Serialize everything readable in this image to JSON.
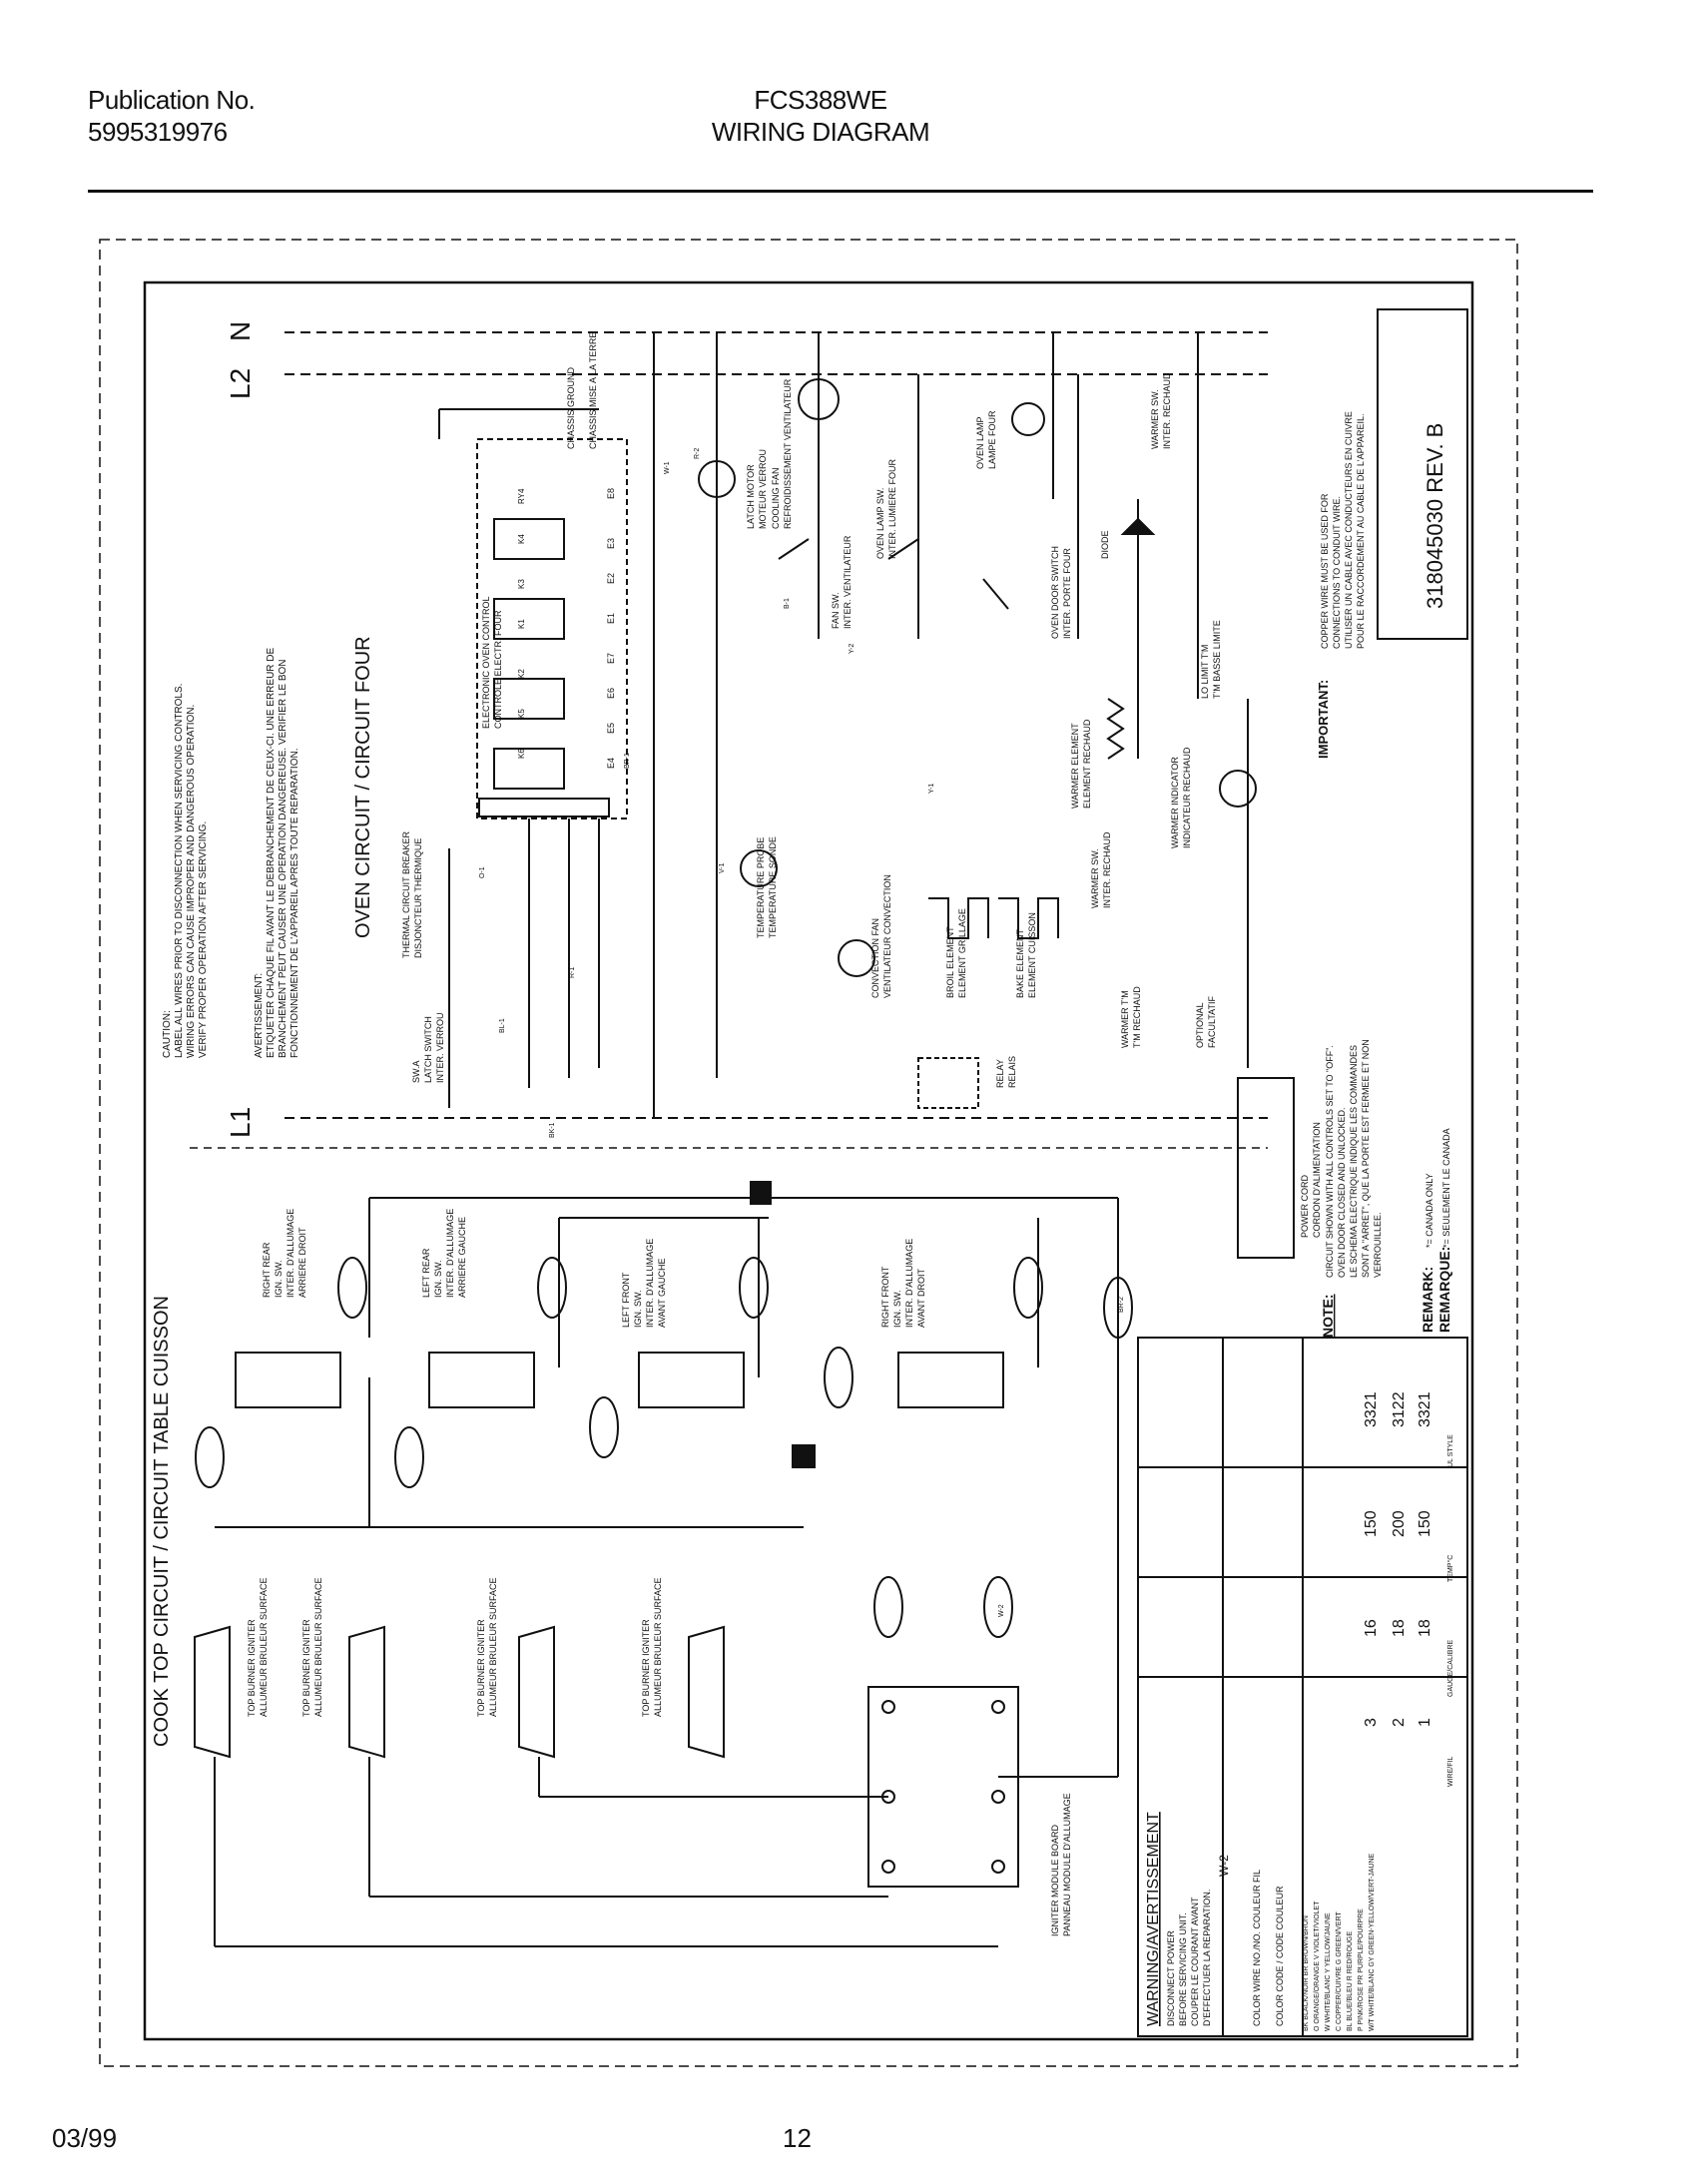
{
  "header": {
    "publication_label": "Publication No.",
    "publication_number": "5995319976",
    "model": "FCS388WE",
    "title": "WIRING DIAGRAM"
  },
  "footer": {
    "date": "03/99",
    "page": "12"
  },
  "diagram": {
    "rails": {
      "l2": "L2",
      "n": "N",
      "l1": "L1"
    },
    "section_titles": {
      "oven": "OVEN CIRCUIT / CIRCUIT FOUR",
      "cooktop": "COOK TOP CIRCUIT / CIRCUIT TABLE CUISSON"
    },
    "caution": [
      "CAUTION:",
      "LABEL ALL WIRES PRIOR TO DISCONNECTION WHEN SERVICING CONTROLS.",
      "WIRING ERRORS CAN CAUSE IMPROPER AND DANGEROUS OPERATION.",
      "VERIFY PROPER OPERATION AFTER SERVICING."
    ],
    "avertissement": [
      "AVERTISSEMENT:",
      "ETIQUETER CHAQUE FIL AVANT LE DEBRANCHEMENT DE CEUX-CI. UNE ERREUR DE",
      "BRANCHEMENT PEUT CAUSER UNE OPERATION DANGEREUSE. VERIFIER LE BON",
      "FONCTIONNEMENT DE L'APPAREIL APRES TOUTE REPARATION."
    ],
    "components": {
      "chassis_ground": [
        "CHASSIS GROUND",
        "CHASSIS MISE A LA TERRE"
      ],
      "eoc": [
        "ELECTRONIC OVEN CONTROL",
        "CONTROLE ELECTR. FOUR"
      ],
      "latch_motor": [
        "LATCH MOTOR",
        "MOTEUR VERROU"
      ],
      "cooling_fan": [
        "COOLING FAN",
        "REFROIDISSEMENT VENTILATEUR"
      ],
      "fan_sw": [
        "FAN SW.",
        "INTER. VENTILATEUR"
      ],
      "oven_lamp_sw": [
        "OVEN LAMP SW.",
        "INTER. LUMIERE FOUR"
      ],
      "oven_lamp": [
        "OVEN LAMP",
        "LAMPE FOUR"
      ],
      "oven_door_switch": [
        "OVEN DOOR SWITCH",
        "INTER. PORTE FOUR"
      ],
      "diode": [
        "DIODE",
        "DIODE"
      ],
      "warmer_sw_top": [
        "WARMER SW.",
        "INTER. RECHAUD"
      ],
      "lo_limit": [
        "LO LIMIT T'M",
        "T'M BASSE LIMITE"
      ],
      "thermal_breaker": [
        "THERMAL CIRCUIT BREAKER",
        "DISJONCTEUR THERMIQUE"
      ],
      "temp_probe": [
        "TEMPERATURE PROBE",
        "TEMPERATURE SONDE"
      ],
      "convection_fan": [
        "CONVECTION FAN",
        "VENTILATEUR CONVECTION"
      ],
      "broil_element": [
        "BROIL ELEMENT",
        "ELEMENT GRILLAGE"
      ],
      "bake_element": [
        "BAKE ELEMENT",
        "ELEMENT CUISSON"
      ],
      "warmer_element": [
        "WARMER ELEMENT",
        "ELEMENT RECHAUD"
      ],
      "warmer_indicator": [
        "WARMER INDICATOR",
        "INDICATEUR RECHAUD"
      ],
      "warmer_sw": [
        "WARMER SW.",
        "INTER. RECHAUD"
      ],
      "warmer_tm": [
        "WARMER T'M",
        "T'M RECHAUD"
      ],
      "optional": [
        "OPTIONAL",
        "FACULTATIF"
      ],
      "relay": [
        "RELAY",
        "RELAIS"
      ],
      "latch_switch": [
        "SW.A",
        "LATCH SWITCH",
        "INTER. VERROU"
      ],
      "power_cord": [
        "POWER CORD",
        "CORDON D'ALIMENTATION"
      ],
      "right_rear": [
        "RIGHT REAR",
        "IGN. SW.",
        "INTER. D'ALLUMAGE",
        "ARRIERE DROIT"
      ],
      "left_rear": [
        "LEFT REAR",
        "IGN. SW.",
        "INTER. D'ALLUMAGE",
        "ARRIERE GAUCHE"
      ],
      "left_front": [
        "LEFT FRONT",
        "IGN. SW.",
        "INTER. D'ALLUMAGE",
        "AVANT GAUCHE"
      ],
      "right_front": [
        "RIGHT FRONT",
        "IGN. SW.",
        "INTER. D'ALLUMAGE",
        "AVANT DROIT"
      ],
      "top_burner_igniter": [
        "TOP BURNER IGNITER",
        "ALLUMEUR BRULEUR SURFACE"
      ],
      "igniter_module": [
        "IGNITER MODULE BOARD",
        "PANNEAU MODULE D'ALLUMAGE"
      ]
    },
    "eoc_terminals": [
      "E8",
      "E3",
      "E2",
      "E1",
      "E7",
      "E6",
      "E5",
      "E4"
    ],
    "eoc_relays": [
      "RY4",
      "K4",
      "K3",
      "K1",
      "K2",
      "K5",
      "K6"
    ],
    "wire_labels": [
      "BK-1",
      "W-1",
      "R-1",
      "O-1",
      "V-1",
      "BR-1",
      "B-1",
      "Y-1",
      "Y-2",
      "BR-2",
      "W-2",
      "BL-1",
      "R-2"
    ],
    "important": {
      "label": "IMPORTANT:",
      "lines": [
        "COPPER WIRE MUST BE USED FOR",
        "CONNECTIONS TO CONDUIT WIRE.",
        "UTILISER UN CABLE AVEC CONDUCTEURS EN CUIVRE",
        "POUR LE RACCORDEMENT AU CABLE DE L'APPAREIL."
      ]
    },
    "part_number": "318045030 REV. B",
    "note": {
      "label": "NOTE:",
      "lines": [
        "CIRCUIT SHOWN WITH ALL CONTROLS SET TO \"OFF\".",
        "OVEN DOOR CLOSED AND UNLOCKED.",
        "LE SCHEMA ELECTRIQUE INDIQUE LES COMMANDES",
        "SONT A \"ARRET\", QUE LA PORTE EST FERMEE ET NON",
        "VERROUILLEE."
      ]
    },
    "remark": {
      "label": "REMARK:",
      "label_fr": "REMARQUE:",
      "lines": [
        "*= CANADA ONLY",
        "*= SEULEMENT LE CANADA"
      ]
    },
    "warning": {
      "title": "WARNING/AVERTISSEMENT",
      "lines": [
        "DISCONNECT POWER",
        "BEFORE SERVICING UNIT.",
        "COUPER LE COURANT AVANT",
        "D'EFFECTUER LA REPARATION."
      ]
    },
    "color_code": {
      "wire_no_label": "COLOR WIRE NO./NO. COULEUR FIL",
      "example": "W-2",
      "title": "COLOR CODE / CODE COULEUR",
      "rows": [
        [
          "BK",
          "BLACK/NOIR",
          "BR",
          "BROWN/BRUN"
        ],
        [
          "O",
          "ORANGE/ORANGE",
          "V",
          "VIOLET/VIOLET"
        ],
        [
          "W",
          "WHITE/BLANC",
          "Y",
          "YELLOW/JAUNE"
        ],
        [
          "C",
          "COPPER/CUIVRE",
          "G",
          "GREEN/VERT"
        ],
        [
          "BL",
          "BLUE/BLEU",
          "R",
          "RED/ROUGE"
        ],
        [
          "P",
          "PINK/ROSE",
          "PR",
          "PURPLE/POURPRE"
        ],
        [
          "W/T",
          "WHITE/BLANC",
          "GY",
          "GREEN-YELLOW/VERT-JAUNE"
        ]
      ]
    },
    "wire_table": {
      "headers": [
        "WIRE/FIL",
        "GAUGE/CALIBRE",
        "TEMP°C",
        "UL STYLE"
      ],
      "rows": [
        [
          "3",
          "16",
          "150",
          "3321"
        ],
        [
          "2",
          "18",
          "200",
          "3122"
        ],
        [
          "1",
          "18",
          "150",
          "3321"
        ]
      ]
    }
  }
}
